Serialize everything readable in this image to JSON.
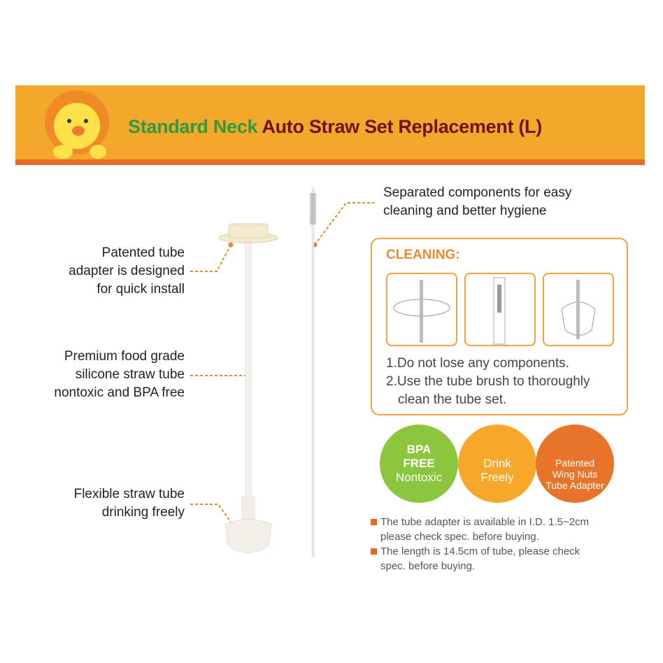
{
  "banner": {
    "title_green": "Standard Neck",
    "title_red": "Auto Straw Set Replacement (L)",
    "logo": "lion-mascot"
  },
  "left_labels": [
    {
      "lines": [
        "Patented tube",
        "adapter is designed",
        "for quick install"
      ]
    },
    {
      "lines": [
        "Premium food grade",
        "silicone straw tube",
        "nontoxic and BPA free"
      ]
    },
    {
      "lines": [
        "Flexible straw tube",
        "drinking freely"
      ]
    }
  ],
  "right_caption": [
    "Separated components for easy",
    "cleaning and better hygiene"
  ],
  "cleaning": {
    "heading": "CLEANING:",
    "steps": [
      "1.Do not lose any components.",
      "2.Use the tube brush to thoroughly",
      "clean the tube set."
    ]
  },
  "badges": [
    {
      "lines": [
        "BPA",
        "FREE",
        "Nontoxic"
      ],
      "color": "#8cc63f"
    },
    {
      "lines": [
        "Drink",
        "Freely"
      ],
      "color": "#f5a82a"
    },
    {
      "lines": [
        "Patented",
        "Wing Nuts",
        "Tube Adapter"
      ],
      "color": "#e8732a"
    }
  ],
  "notes": [
    [
      "The tube adapter is available in I.D. 1.5~2cm",
      "please check spec. before buying."
    ],
    [
      "The length is 14.5cm of tube, please check",
      "spec. before buying."
    ]
  ]
}
